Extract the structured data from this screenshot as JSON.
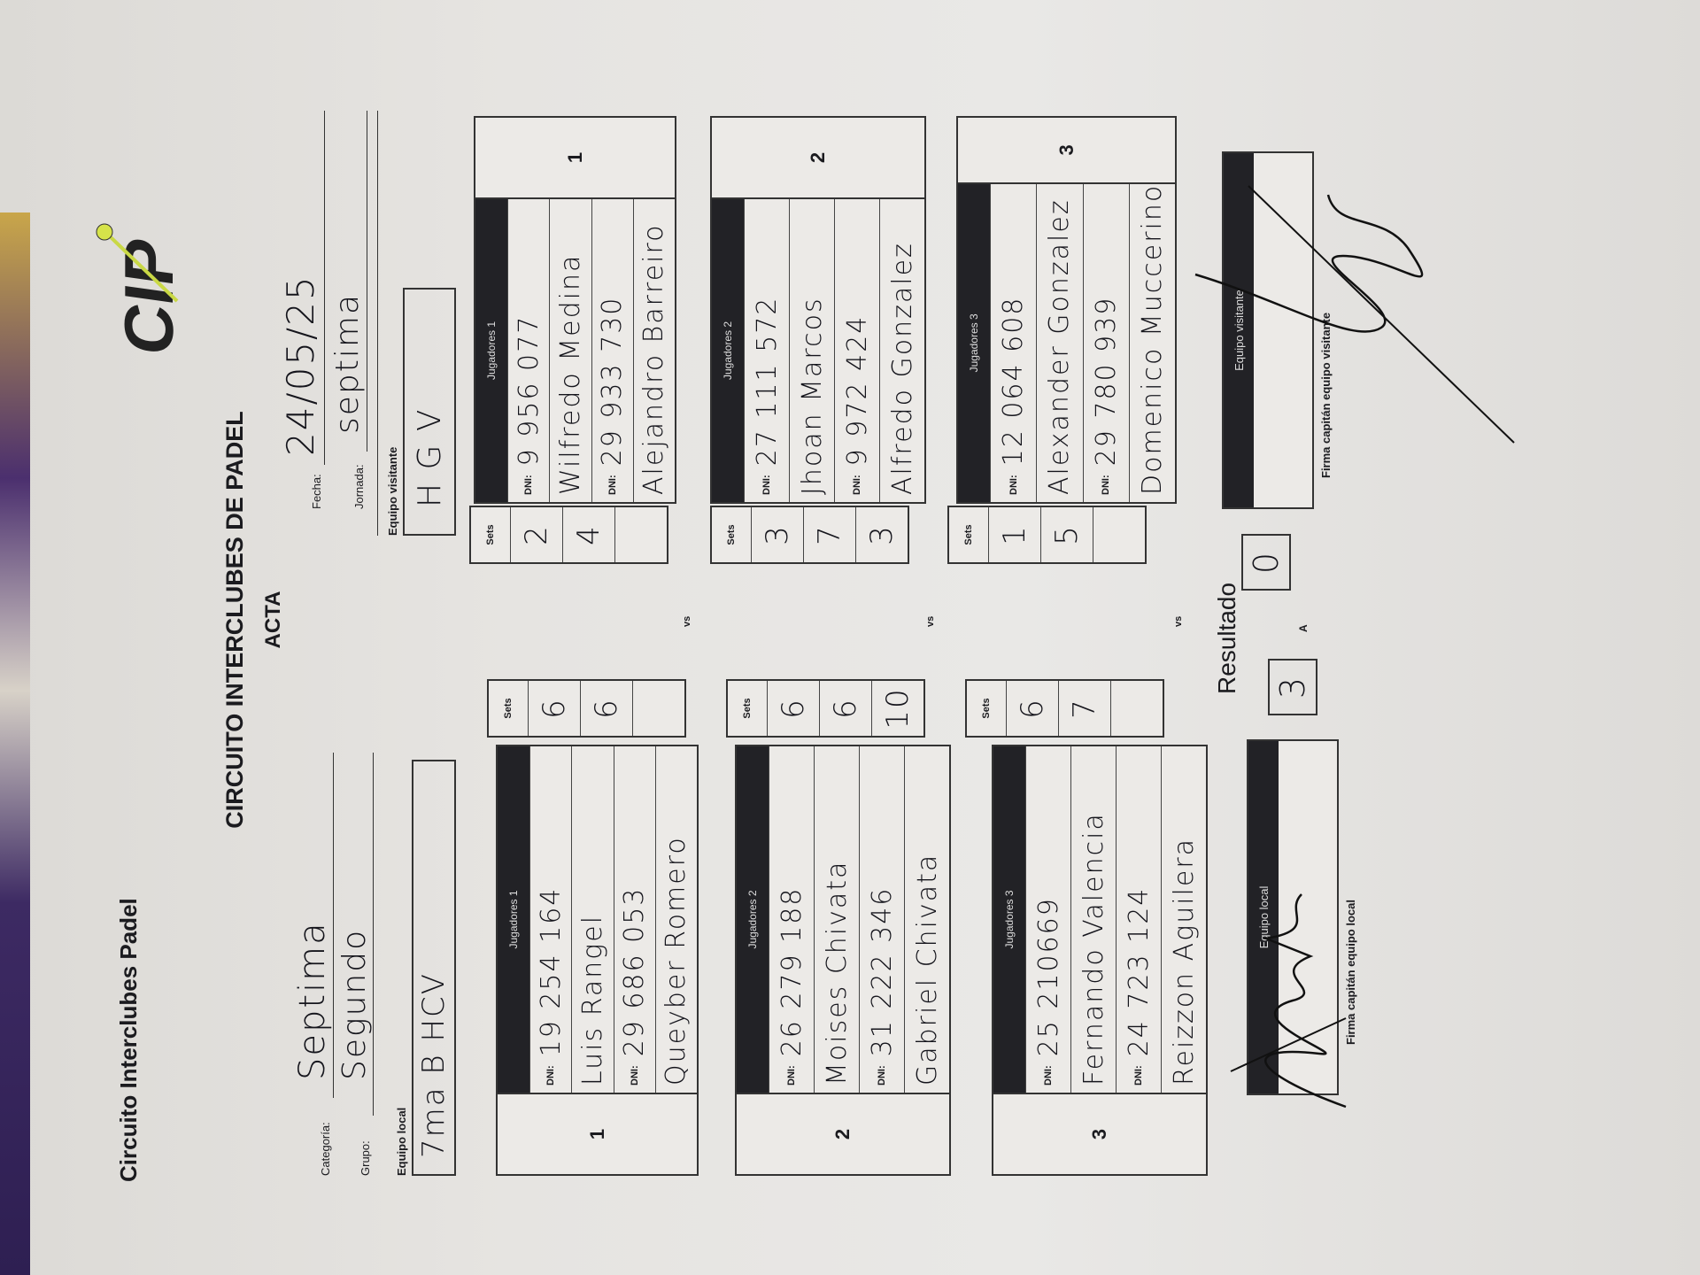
{
  "header": {
    "title": "Circuito Interclubes Padel",
    "main_title": "CIRCUITO INTERCLUBES DE PADEL",
    "subtitle": "ACTA",
    "logo_text": "CIP"
  },
  "info": {
    "categoria_label": "Categoría:",
    "categoria_value": "Septima",
    "grupo_label": "Grupo:",
    "grupo_value": "Segundo",
    "equipo_local_label": "Equipo local",
    "equipo_local_value": "7ma B HCV",
    "fecha_label": "Fecha:",
    "fecha_value": "24/05/25",
    "jornada_label": "Jornada:",
    "jornada_value": "septima",
    "equipo_visitante_label": "Equipo visitante",
    "equipo_visitante_value": "H G V"
  },
  "labels": {
    "dni": "DNI:",
    "sets": "Sets",
    "vs": "vs"
  },
  "matches": [
    {
      "number": "1",
      "local": {
        "header": "Jugadores 1",
        "dni1": "19 254 164",
        "name1": "Luis Rangel",
        "dni2": "29 686 053",
        "name2": "Queyber Romero",
        "sets": [
          "6",
          "6",
          ""
        ]
      },
      "visitor": {
        "header": "Jugadores 1",
        "dni1": "9 956 077",
        "name1": "Wilfredo Medina",
        "dni2": "29 933 730",
        "name2": "Alejandro Barreiro",
        "sets": [
          "2",
          "4",
          ""
        ]
      }
    },
    {
      "number": "2",
      "local": {
        "header": "Jugadores 2",
        "dni1": "26 279 188",
        "name1": "Moises Chivata",
        "dni2": "31 222 346",
        "name2": "Gabriel Chivata",
        "sets": [
          "6",
          "6",
          "10"
        ]
      },
      "visitor": {
        "header": "Jugadores 2",
        "dni1": "27 111 572",
        "name1": "Jhoan Marcos",
        "dni2": "9 972 424",
        "name2": "Alfredo Gonzalez",
        "sets": [
          "3",
          "7",
          "3"
        ]
      }
    },
    {
      "number": "3",
      "local": {
        "header": "Jugadores 3",
        "dni1": "25 210669",
        "name1": "Fernando Valencia",
        "dni2": "24 723 124",
        "name2": "Reizzon Aguilera",
        "sets": [
          "6",
          "7",
          ""
        ]
      },
      "visitor": {
        "header": "Jugadores 3",
        "dni1": "12 064 608",
        "name1": "Alexander Gonzalez",
        "dni2": "29 780 939",
        "name2": "Domenico Muccerino",
        "sets": [
          "1",
          "5",
          ""
        ]
      }
    }
  ],
  "result": {
    "label": "Resultado",
    "local_header": "Equipo local",
    "visitor_header": "Equipo visitante",
    "local_score": "3",
    "separator": "A",
    "visitor_score": "0",
    "firma_local": "Firma capitán equipo local",
    "firma_visitante": "Firma capitán equipo visitante"
  }
}
